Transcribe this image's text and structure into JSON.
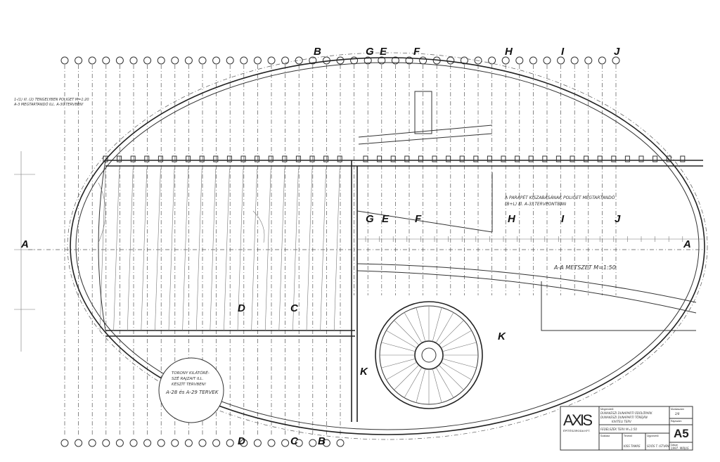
{
  "drawing": {
    "section_markers": {
      "A_left": "A",
      "A_right": "A",
      "top": [
        "B",
        "G",
        "E",
        "F",
        "H",
        "I",
        "J"
      ],
      "middle": [
        "G",
        "E",
        "F",
        "H",
        "I",
        "J"
      ],
      "lower": [
        "D",
        "C",
        "K",
        "K"
      ],
      "bottom": [
        "D",
        "C",
        "B"
      ]
    },
    "notes": {
      "section_title": "A-A METSZET   M=1:50",
      "callout": [
        "TORONY KILÁTÓRÉ-",
        "SZÉ RAJZAIT ILL.",
        "KÉSZÍT TERVBEN!",
        "A-28 és A-29 TERVEK"
      ],
      "parapet_note": [
        "A PARAPÉT KISZABÁSÁNAK POLIGET MEGTARTANDÓ",
        "(B+L) ill. A-3) TERVPONTBAN"
      ],
      "left_note": [
        "1-(1) ill. (2) TENGELYBEN POLIGET M=1:20",
        "A-3 MEGTARTANDÓ ILL. A-30 TERVBEN!"
      ]
    }
  },
  "title_block": {
    "logo": "AXIS",
    "logo_sub": "ÉPÍTÉSZIRODA KFT.",
    "megrendelo_label": "Megrendelő",
    "megrendelo": "DUNAKESZI DUNAPARTI ÜDÜLŐPARK",
    "project": "DUNAKESZI DUNAPARTI TÖREJÁN",
    "project_sub": "KIVITELI TERV",
    "sheet_title": "FEDÉLSZÉK TERV   M=1:50",
    "munkaszam_label": "Munkaszám",
    "munkaszam": "2/8",
    "rajzszam_label": "Rajzszám",
    "rajzszam": "A5",
    "szakasz_label": "Szakasz",
    "tervezo_label": "Tervező",
    "tervezo": "KISS TAMÁS",
    "ugyvezeto_label": "Ügyvezető",
    "ugyvezeto": "SOÓS T. ISTVÁN",
    "datum_label": "Dátum",
    "datum": "1997. MÁJUS"
  }
}
